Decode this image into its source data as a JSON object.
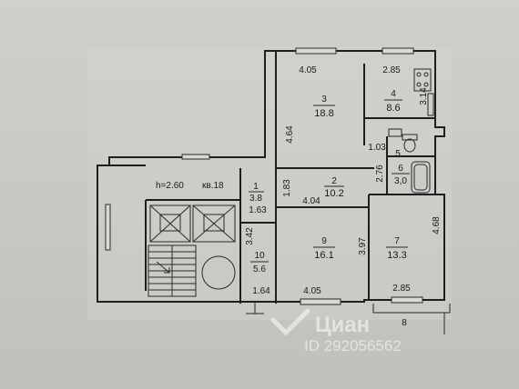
{
  "plan": {
    "ceiling": "h=2.60",
    "apartment": "кв.18",
    "rooms": [
      {
        "id": "r1",
        "number": "1",
        "area": "3.8"
      },
      {
        "id": "r2",
        "number": "2",
        "area": "10.2"
      },
      {
        "id": "r3",
        "number": "3",
        "area": "18.8"
      },
      {
        "id": "r4",
        "number": "4",
        "area": "8.6"
      },
      {
        "id": "r5",
        "number": "5",
        "area": ""
      },
      {
        "id": "r6",
        "number": "6",
        "area": "3,0"
      },
      {
        "id": "r7",
        "number": "7",
        "area": "13.3"
      },
      {
        "id": "r8",
        "number": "8",
        "area": ""
      },
      {
        "id": "r9",
        "number": "9",
        "area": "16.1"
      },
      {
        "id": "r10",
        "number": "10",
        "area": "5.6"
      }
    ],
    "dimensions": {
      "d_r3_top": "4.05",
      "d_r4_top": "2.85",
      "d_r4_side": "3.14",
      "d_r3_left": "4.64",
      "d_r5": "1.03",
      "d_corr_h": "2.76",
      "d_r1_side": "1.83",
      "d_r2_bottom": "4.04",
      "d_r1_bottom": "1.63",
      "d_r10_side": "3.42",
      "d_r9_side": "3.97",
      "d_r7_side": "4.68",
      "d_r10_bottom": "1.64",
      "d_r9_bottom": "4.05",
      "d_r7_bottom": "2.85"
    }
  },
  "watermark": {
    "brand": "Циан",
    "id_text": "ID 292056562"
  }
}
